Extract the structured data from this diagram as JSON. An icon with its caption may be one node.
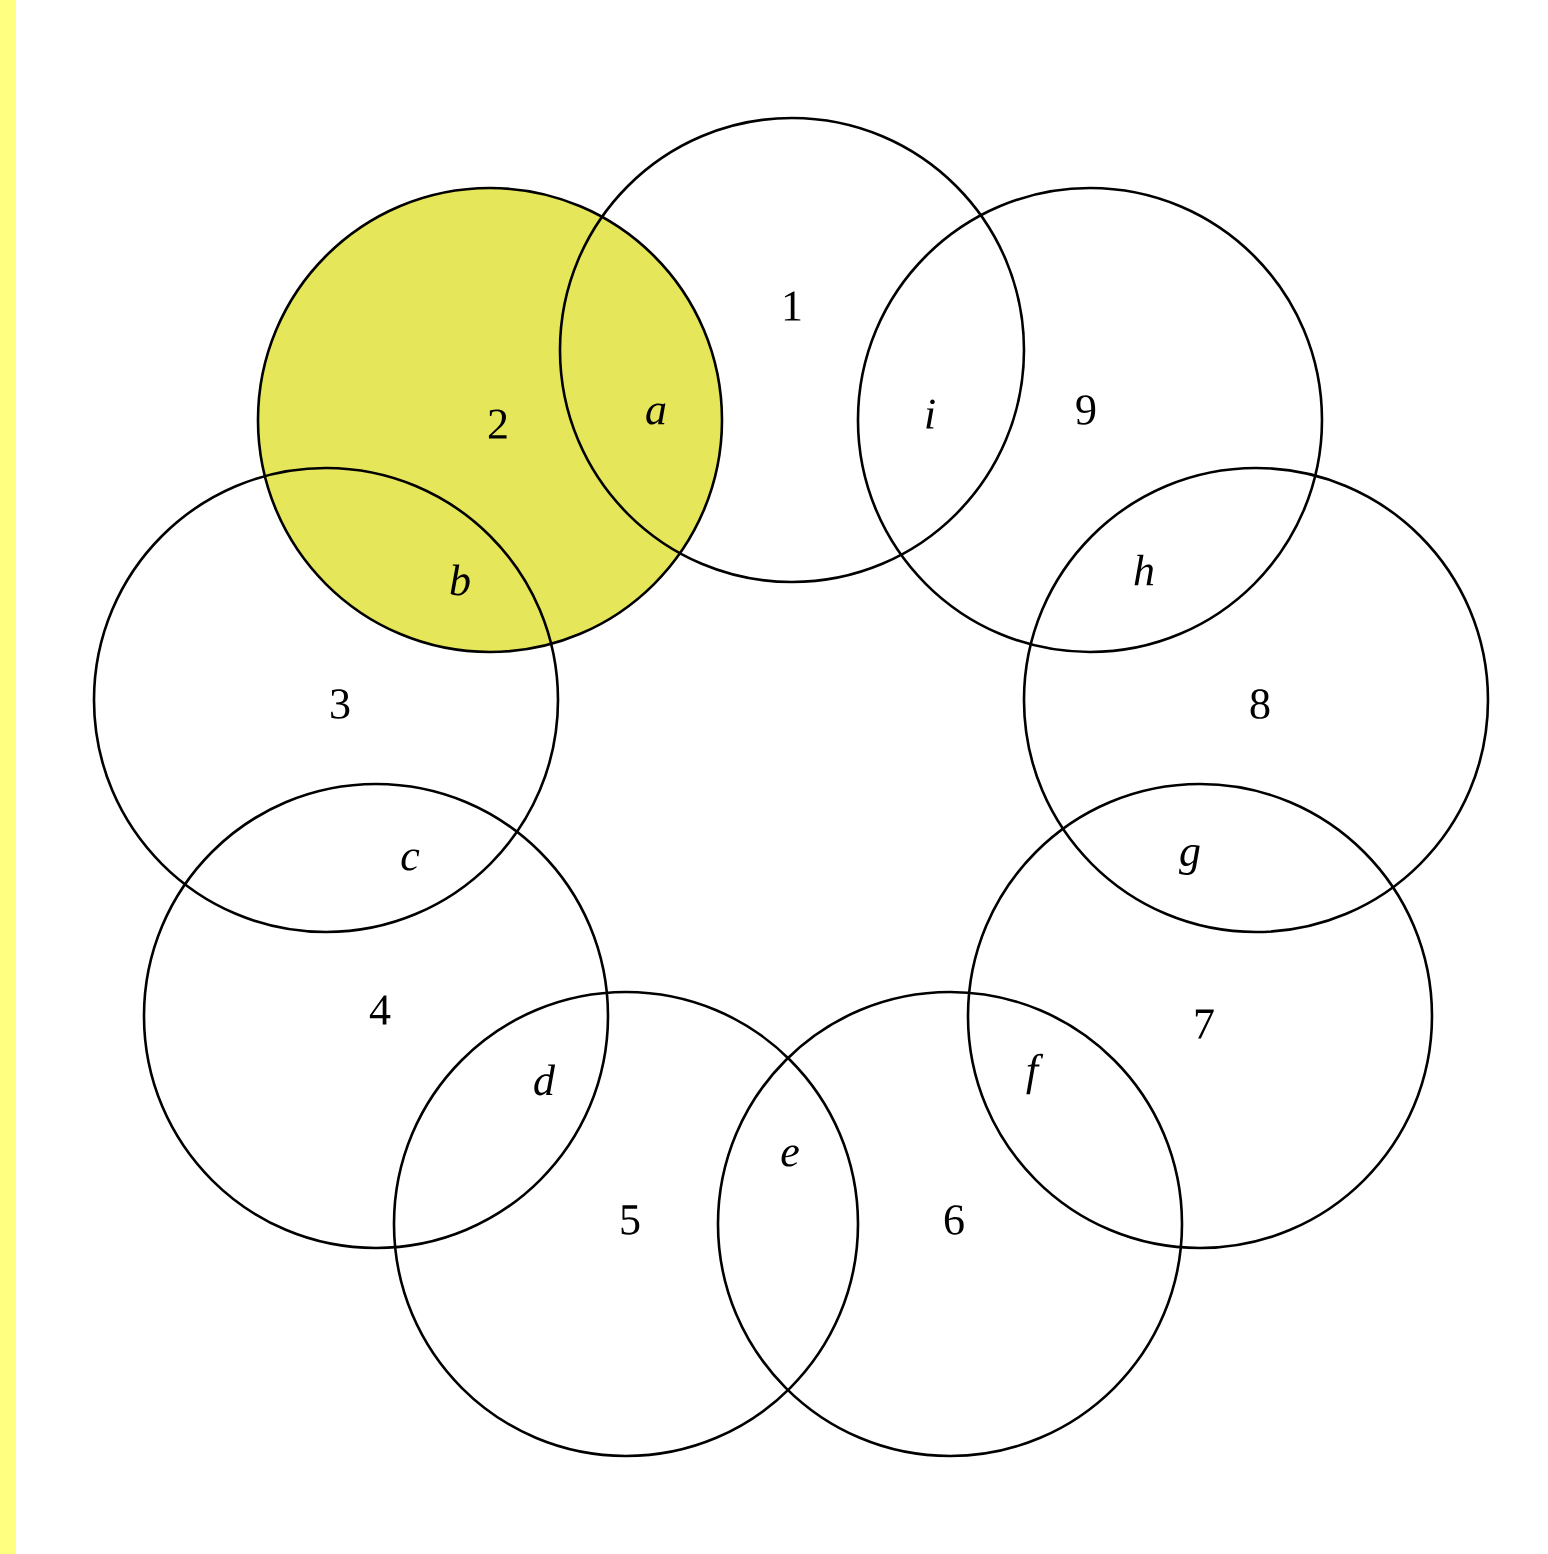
{
  "diagram": {
    "nodes": [
      {
        "text": [
          "1"
        ]
      },
      {
        "text": [
          "2"
        ]
      },
      {
        "text": [
          "3"
        ]
      },
      {
        "text": [
          "4"
        ]
      },
      {
        "text": [
          "5"
        ]
      },
      {
        "text": [
          "6"
        ]
      },
      {
        "text": [
          "7"
        ]
      },
      {
        "text": [
          "8"
        ]
      },
      {
        "text": [
          "9"
        ]
      }
    ],
    "labels": [
      "a",
      "b",
      "c",
      "d",
      "e",
      "f",
      "g",
      "h",
      "i"
    ]
  }
}
